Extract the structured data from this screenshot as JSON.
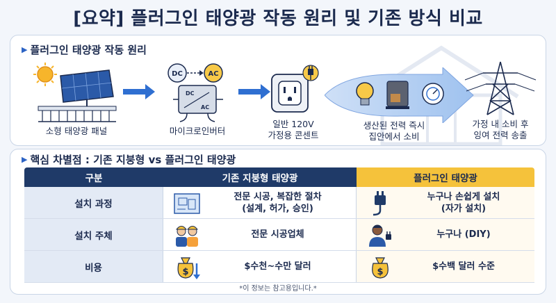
{
  "title": "[요약] 플러그인 태양광 작동 원리 및 기존 방식 비교",
  "section1": {
    "heading": "플러그인 태양광 작동 원리",
    "steps": [
      {
        "label": "소형 태양광 패널"
      },
      {
        "label": "마이크로인버터",
        "dc": "DC",
        "ac": "AC",
        "box_dc": "DC",
        "box_ac": "AC"
      },
      {
        "label_line1": "일반 120V",
        "label_line2": "가정용 콘센트"
      },
      {
        "label_line1": "생산된 전력 즉시",
        "label_line2": "집안에서 소비"
      },
      {
        "label_line1": "가정 내 소비 후",
        "label_line2": "잉여 전력 송출"
      }
    ]
  },
  "section2": {
    "heading": "핵심 차별점 : 기존 지붕형 vs 플러그인 태양광",
    "headers": [
      "구분",
      "기존 지붕형 태양광",
      "플러그인 태양광"
    ],
    "rows": [
      {
        "label": "설치 과정",
        "existing_line1": "전문 시공, 복잡한 절차",
        "existing_line2": "(설계, 허가, 승인)",
        "plugin_line1": "누구나 손쉽게 설치",
        "plugin_line2": "(자가 설치)"
      },
      {
        "label": "설치 주체",
        "existing_line1": "전문 시공업체",
        "plugin_line1": "누구나 (DIY)"
      },
      {
        "label": "비용",
        "existing_line1": "$수천~수만 달러",
        "plugin_line1": "$수백 달러 수준"
      }
    ]
  },
  "footnote": "*이 정보는 참고용입니다.*",
  "colors": {
    "navy": "#1f3a68",
    "accent_yellow": "#f5c23b",
    "arrow_blue": "#2f6fd1"
  },
  "icons": [
    "sun-icon",
    "solar-panel-icon",
    "microinverter-icon",
    "outlet-icon",
    "lightbulb-icon",
    "coffee-machine-icon",
    "meter-icon",
    "power-tower-icon",
    "blueprint-icon",
    "plug-icon",
    "workers-icon",
    "person-diy-icon",
    "money-bag-down-icon",
    "money-bag-icon"
  ]
}
